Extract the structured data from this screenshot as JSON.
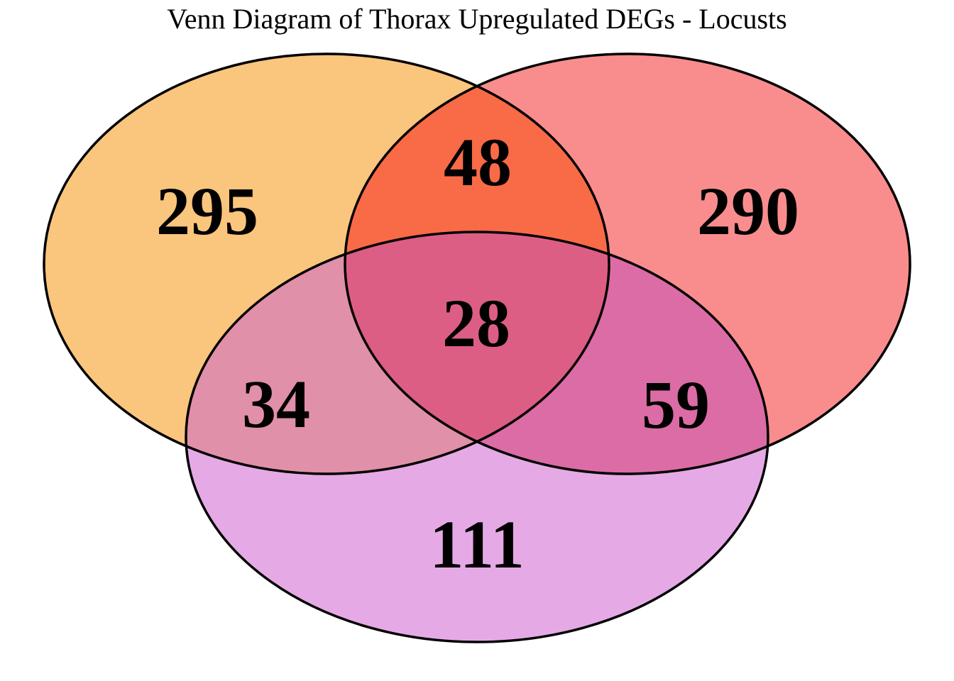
{
  "chart_data": {
    "type": "venn",
    "title": "Venn Diagram of Thorax Upregulated DEGs - Locusts",
    "sets": [
      "left",
      "right",
      "bottom"
    ],
    "regions": [
      {
        "region": "left-only",
        "sets": [
          "left"
        ],
        "value": 295
      },
      {
        "region": "right-only",
        "sets": [
          "right"
        ],
        "value": 290
      },
      {
        "region": "bottom-only",
        "sets": [
          "bottom"
        ],
        "value": 111
      },
      {
        "region": "left-right-overlap",
        "sets": [
          "left",
          "right"
        ],
        "value": 48
      },
      {
        "region": "left-bottom-overlap",
        "sets": [
          "left",
          "bottom"
        ],
        "value": 34
      },
      {
        "region": "right-bottom-overlap",
        "sets": [
          "right",
          "bottom"
        ],
        "value": 59
      },
      {
        "region": "triple-overlap",
        "sets": [
          "left",
          "right",
          "bottom"
        ],
        "value": 28
      }
    ],
    "colors": {
      "left_set": "#FAC57C",
      "right_set": "#F98D8D",
      "bottom_set": "#E5AAE5",
      "left_right_overlap": "#F96A47",
      "left_bottom_overlap": "#E190A9",
      "right_bottom_overlap": "#DC6CA6",
      "triple_overlap": "#DD5E85",
      "outline": "#000000",
      "text": "#000000",
      "background": "#FFFFFF"
    },
    "layout_hints": {
      "legend": "none",
      "grid": "off",
      "axes": "none"
    }
  }
}
